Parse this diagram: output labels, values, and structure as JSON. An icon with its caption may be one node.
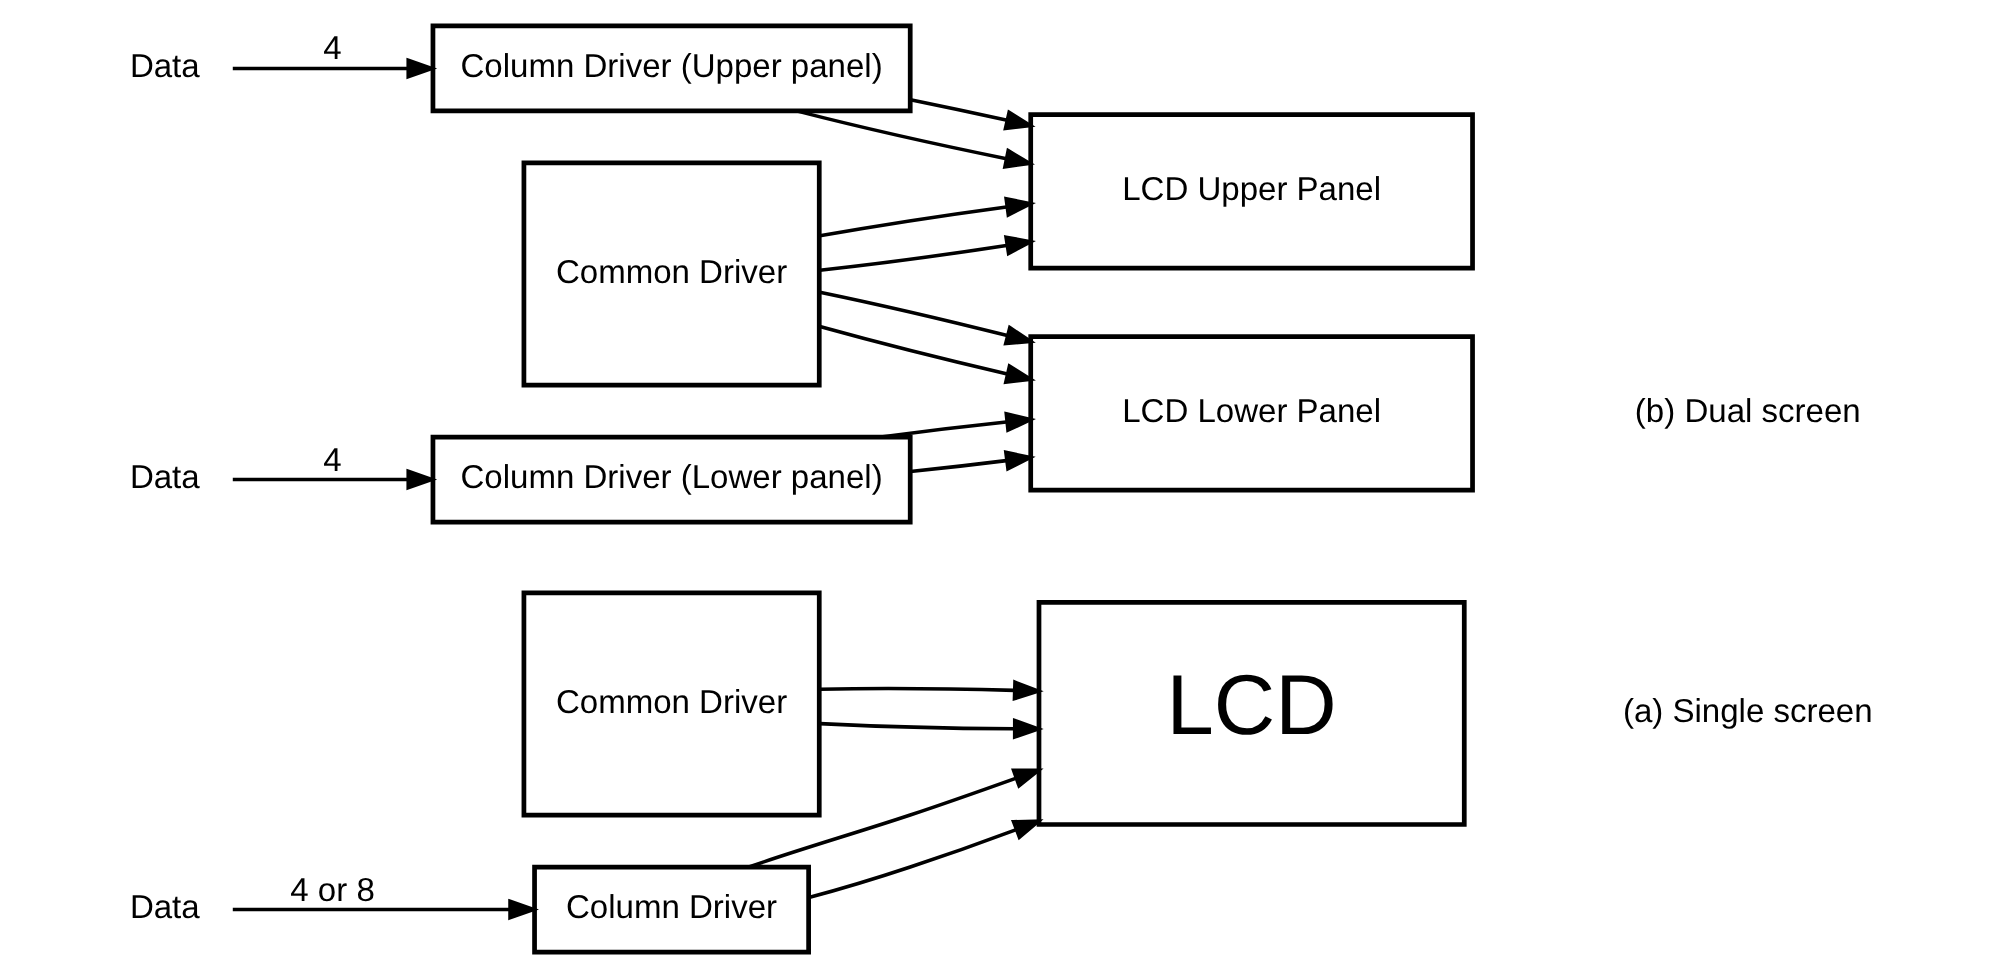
{
  "diagram": {
    "nodes": [
      {
        "text": [
          "Common Driver"
        ]
      },
      {
        "text": [
          "LCD"
        ]
      },
      {
        "text": [
          "Column Driver"
        ]
      },
      {
        "text": [
          "Data"
        ]
      },
      {
        "text": [
          "Data"
        ]
      },
      {
        "text": [
          "Column Driver (Upper panel)"
        ]
      },
      {
        "text": [
          "Common Driver"
        ]
      },
      {
        "text": [
          "LCD Upper Panel"
        ]
      },
      {
        "text": [
          "LCD Lower Panel"
        ]
      },
      {
        "text": [
          "Data"
        ]
      },
      {
        "text": [
          "Column Driver (Lower panel)"
        ]
      }
    ],
    "edges": [
      {
        "from": 0,
        "to": 1,
        "arrow": "to"
      },
      {
        "from": 0,
        "to": 1,
        "arrow": "to"
      },
      {
        "from": 2,
        "to": 1,
        "arrow": "to"
      },
      {
        "from": 2,
        "to": 1,
        "arrow": "to"
      },
      {
        "from": 3,
        "to": 2,
        "arrow": "to",
        "label": "4 or 8"
      },
      {
        "from": 4,
        "to": 5,
        "arrow": "to",
        "label": "4"
      },
      {
        "from": 5,
        "to": 7,
        "arrow": "to"
      },
      {
        "from": 5,
        "to": 7,
        "arrow": "to"
      },
      {
        "from": 6,
        "to": 7,
        "arrow": "to"
      },
      {
        "from": 6,
        "to": 7,
        "arrow": "to"
      },
      {
        "from": 6,
        "to": 8,
        "arrow": "to"
      },
      {
        "from": 6,
        "to": 8,
        "arrow": "to"
      },
      {
        "from": 9,
        "to": 10,
        "arrow": "to",
        "label": "4"
      },
      {
        "from": 10,
        "to": 8,
        "arrow": "to"
      },
      {
        "from": 10,
        "to": 8,
        "arrow": "to"
      }
    ],
    "labels": [
      "(a) Single screen",
      "(b) Dual screen"
    ]
  }
}
